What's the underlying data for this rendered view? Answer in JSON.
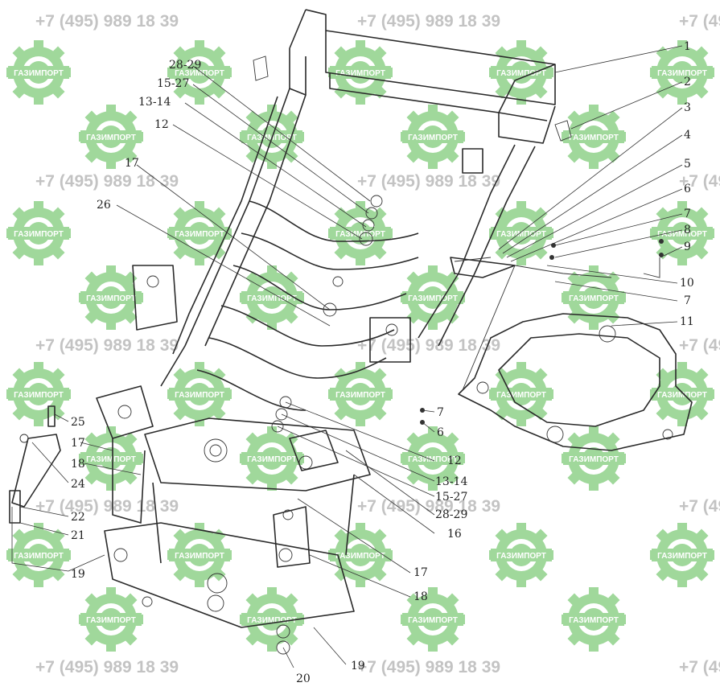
{
  "watermark": {
    "phone": "+7 (495) 989 18 39",
    "logo_text": "ГАЗИМПОРТ",
    "logo_color": "#8fd18a"
  },
  "callouts": [
    "1",
    "2",
    "3",
    "4",
    "5",
    "6",
    "7",
    "8",
    "9",
    "10",
    "7",
    "11",
    "12",
    "13-14",
    "15-27",
    "28-29",
    "17",
    "26",
    "25",
    "24",
    "22",
    "21",
    "19",
    "18",
    "17",
    "7",
    "6",
    "12",
    "13-14",
    "15-27",
    "28-29",
    "16",
    "17",
    "18",
    "20",
    "19"
  ],
  "line_color": "#2a2a2a"
}
